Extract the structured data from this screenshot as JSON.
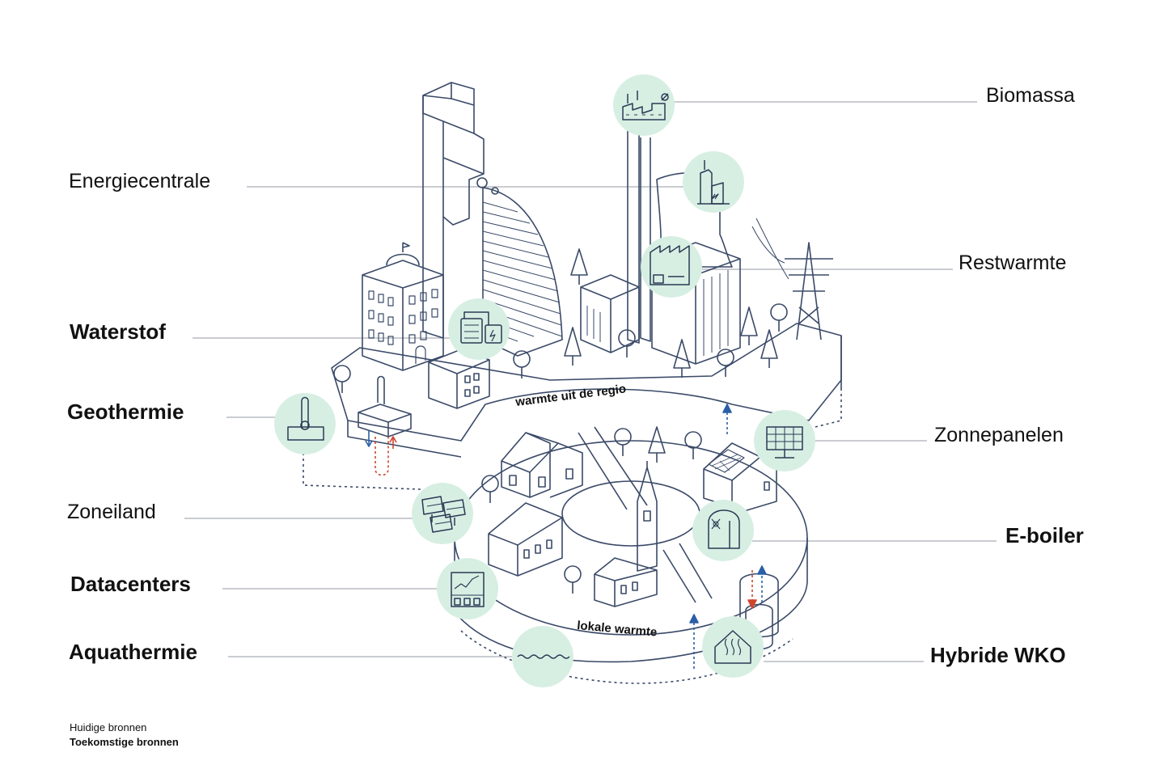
{
  "sources": {
    "biomassa": "Biomassa",
    "energiecentrale": "Energiecentrale",
    "restwarmte": "Restwarmte",
    "waterstof": "Waterstof",
    "geothermie": "Geothermie",
    "zonnepanelen": "Zonnepanelen",
    "zoneiland": "Zoneiland",
    "eboiler": "E-boiler",
    "datacenters": "Datacenters",
    "aquathermie": "Aquathermie",
    "hybride_wko": "Hybride WKO"
  },
  "ring": {
    "regional": "warmte uit de regio",
    "local": "lokale warmte"
  },
  "legend": {
    "current": "Huidige bronnen",
    "future": "Toekomstige bronnen"
  },
  "colors": {
    "line": "#3a4a68",
    "circle_fill": "#d7efe3",
    "leader": "#b8bcc4",
    "arrow_down": "#2a5fa8",
    "arrow_up": "#d0452c"
  },
  "icons": [
    "biomass-plant-icon",
    "power-plant-icon",
    "factory-icon",
    "hydrogen-tank-icon",
    "thermometer-icon",
    "solar-panel-icon",
    "solar-island-icon",
    "eboiler-icon",
    "datacenter-icon",
    "water-wave-icon",
    "house-heat-icon"
  ]
}
